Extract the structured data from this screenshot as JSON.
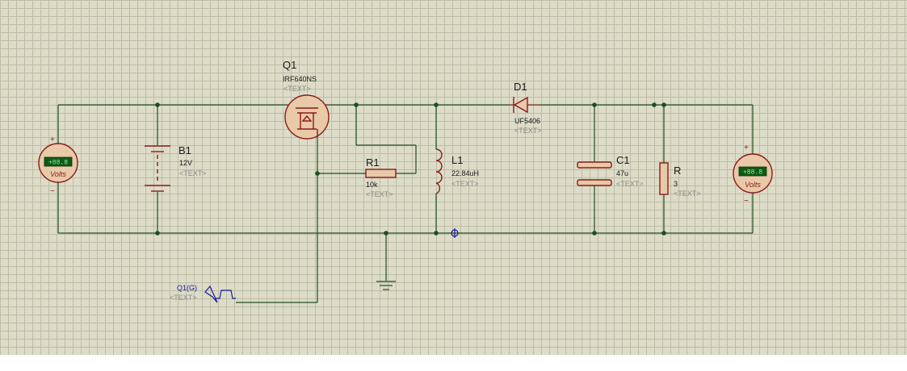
{
  "components": {
    "q1": {
      "ref": "Q1",
      "value": "IRF640NS",
      "tag": "<TEXT>"
    },
    "d1": {
      "ref": "D1",
      "value": "UF5406",
      "tag": "<TEXT>"
    },
    "b1": {
      "ref": "B1",
      "value": "12V",
      "tag": "<TEXT>"
    },
    "r1": {
      "ref": "R1",
      "value": "10k",
      "tag": "<TEXT>"
    },
    "l1": {
      "ref": "L1",
      "value": "22.84uH",
      "tag": "<TEXT>"
    },
    "c1": {
      "ref": "C1",
      "value": "47u",
      "tag": "<TEXT>"
    },
    "r": {
      "ref": "R",
      "value": "3",
      "tag": "<TEXT>"
    },
    "gen": {
      "label": "Q1(G)",
      "tag": "<TEXT>"
    }
  },
  "meters": {
    "left": {
      "unit": "Volts",
      "display": "+88.8",
      "plus": "+",
      "minus": "−"
    },
    "right": {
      "unit": "Volts",
      "display": "+88.8",
      "plus": "+",
      "minus": "−"
    }
  },
  "colors": {
    "grid_background": "#dcdcc8",
    "grid_line": "#bdbda6",
    "wire": "#1f4e1f",
    "component_outline": "#8b1a1a",
    "component_fill": "#e8c9a8",
    "generator": "#1a1aa0"
  }
}
